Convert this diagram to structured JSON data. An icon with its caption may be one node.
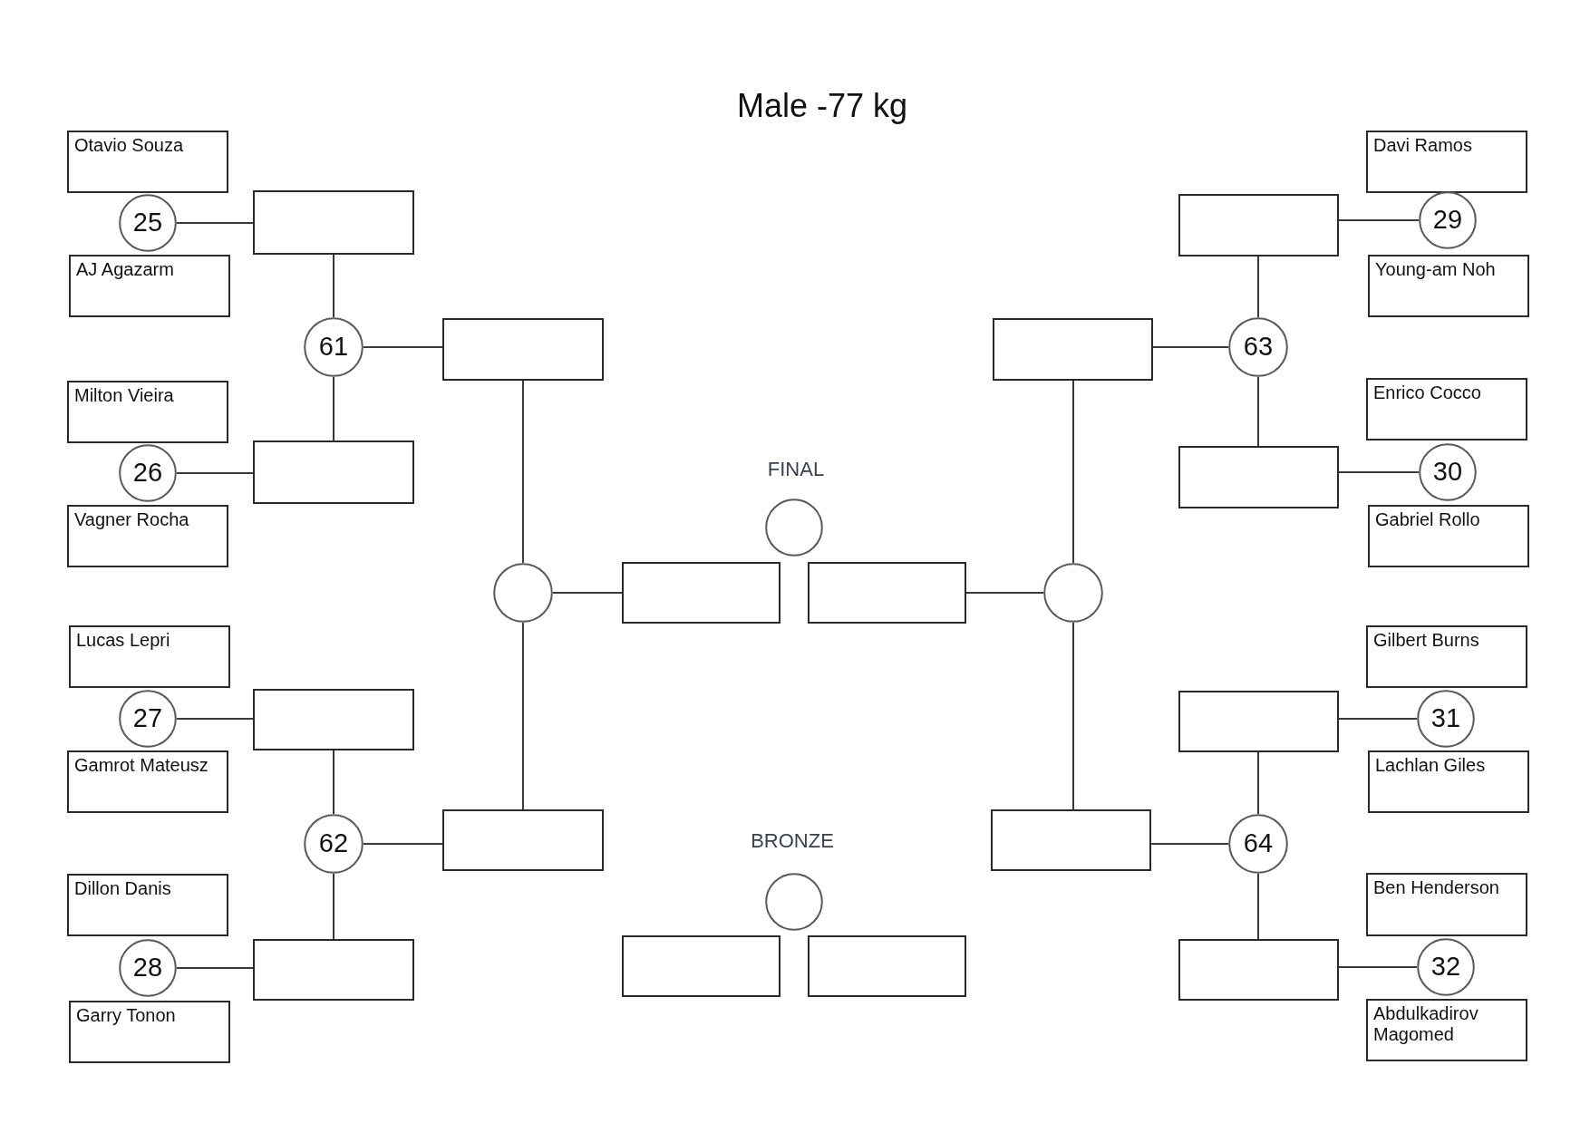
{
  "diagram": {
    "title": "Male -77 kg",
    "nodes": [
      {
        "text": [
          "Otavio Souza"
        ]
      },
      {
        "text": [
          "25"
        ]
      },
      {
        "text": [
          "AJ Agazarm"
        ]
      },
      {
        "text": [
          "Milton Vieira"
        ]
      },
      {
        "text": [
          "26"
        ]
      },
      {
        "text": [
          "Vagner Rocha"
        ]
      },
      {
        "text": [
          "Lucas Lepri"
        ]
      },
      {
        "text": [
          "27"
        ]
      },
      {
        "text": [
          "Gamrot Mateusz"
        ]
      },
      {
        "text": [
          "Dillon Danis"
        ]
      },
      {
        "text": [
          "28"
        ]
      },
      {
        "text": [
          "Garry Tonon"
        ]
      },
      {
        "text": [],
        "shape": "box"
      },
      {
        "text": [
          "61"
        ]
      },
      {
        "text": [],
        "shape": "box"
      },
      {
        "text": [],
        "shape": "box"
      },
      {
        "text": [
          "62"
        ]
      },
      {
        "text": [],
        "shape": "box"
      },
      {
        "text": [],
        "shape": "box"
      },
      {
        "text": [],
        "shape": "circle"
      },
      {
        "text": [],
        "shape": "box"
      },
      {
        "text": [],
        "shape": "box"
      },
      {
        "text": [],
        "shape": "circle",
        "beside": [
          "FINAL"
        ]
      },
      {
        "text": [],
        "shape": "box"
      },
      {
        "text": [],
        "shape": "circle",
        "beside": [
          "BRONZE"
        ]
      },
      {
        "text": [],
        "shape": "box"
      },
      {
        "text": [],
        "shape": "box"
      },
      {
        "text": [
          "Davi Ramos"
        ]
      },
      {
        "text": [
          "29"
        ]
      },
      {
        "text": [
          "Young-am Noh"
        ]
      },
      {
        "text": [
          "Enrico Cocco"
        ]
      },
      {
        "text": [
          "30"
        ]
      },
      {
        "text": [
          "Gabriel Rollo"
        ]
      },
      {
        "text": [
          "Gilbert Burns"
        ]
      },
      {
        "text": [
          "31"
        ]
      },
      {
        "text": [
          "Lachlan Giles"
        ]
      },
      {
        "text": [
          "Ben Henderson"
        ]
      },
      {
        "text": [
          "32"
        ]
      },
      {
        "text": [
          "Abdulkadirov Magomed"
        ]
      },
      {
        "text": [],
        "shape": "box"
      },
      {
        "text": [
          "63"
        ]
      },
      {
        "text": [],
        "shape": "box"
      },
      {
        "text": [],
        "shape": "box"
      },
      {
        "text": [
          "64"
        ]
      },
      {
        "text": [],
        "shape": "box"
      },
      {
        "text": [],
        "shape": "box"
      },
      {
        "text": [],
        "shape": "circle"
      },
      {
        "text": [],
        "shape": "box"
      }
    ],
    "edges": [
      {
        "from": 1,
        "to": 12,
        "arrow": "none"
      },
      {
        "from": 4,
        "to": 14,
        "arrow": "none"
      },
      {
        "from": 7,
        "to": 15,
        "arrow": "none"
      },
      {
        "from": 10,
        "to": 17,
        "arrow": "none"
      },
      {
        "from": 12,
        "to": 13,
        "arrow": "none"
      },
      {
        "from": 14,
        "to": 13,
        "arrow": "none"
      },
      {
        "from": 13,
        "to": 18,
        "arrow": "none"
      },
      {
        "from": 15,
        "to": 16,
        "arrow": "none"
      },
      {
        "from": 17,
        "to": 16,
        "arrow": "none"
      },
      {
        "from": 16,
        "to": 20,
        "arrow": "none"
      },
      {
        "from": 18,
        "to": 19,
        "arrow": "none"
      },
      {
        "from": 20,
        "to": 19,
        "arrow": "none"
      },
      {
        "from": 19,
        "to": 21,
        "arrow": "none"
      },
      {
        "from": 28,
        "to": 39,
        "arrow": "none"
      },
      {
        "from": 31,
        "to": 41,
        "arrow": "none"
      },
      {
        "from": 34,
        "to": 42,
        "arrow": "none"
      },
      {
        "from": 37,
        "to": 44,
        "arrow": "none"
      },
      {
        "from": 39,
        "to": 40,
        "arrow": "none"
      },
      {
        "from": 41,
        "to": 40,
        "arrow": "none"
      },
      {
        "from": 40,
        "to": 45,
        "arrow": "none"
      },
      {
        "from": 42,
        "to": 43,
        "arrow": "none"
      },
      {
        "from": 44,
        "to": 43,
        "arrow": "none"
      },
      {
        "from": 43,
        "to": 47,
        "arrow": "none"
      },
      {
        "from": 45,
        "to": 46,
        "arrow": "none"
      },
      {
        "from": 47,
        "to": 46,
        "arrow": "none"
      },
      {
        "from": 46,
        "to": 23,
        "arrow": "none"
      }
    ]
  }
}
